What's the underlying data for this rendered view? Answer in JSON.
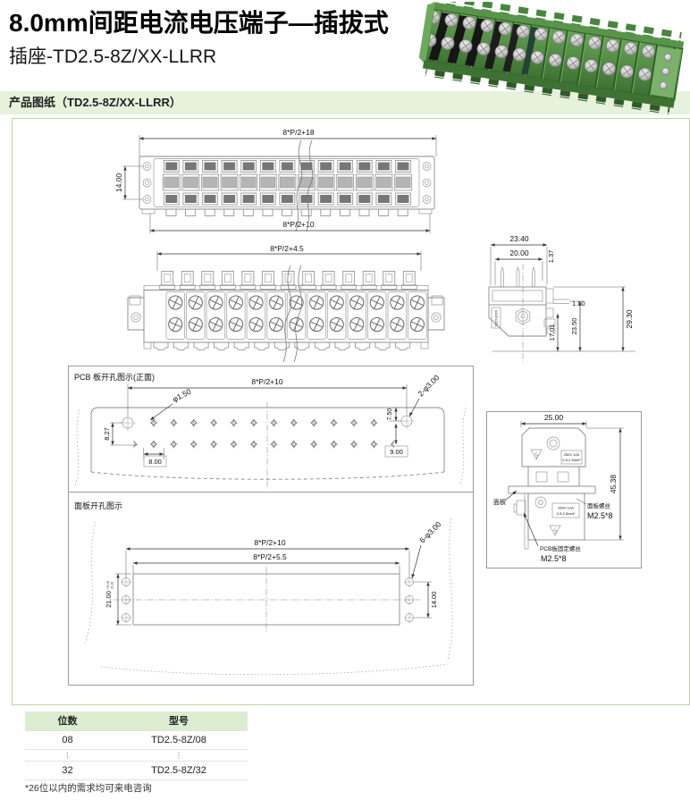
{
  "page": {
    "title": "8.0mm间距电流电压端子—插拔式",
    "subtitle": "插座-TD2.5-8Z/XX-LLRR",
    "section_header": "产品图纸（TD2.5-8Z/XX-LLRR）",
    "footnote": "*26位以内的需求均可来电咨询"
  },
  "colors": {
    "section_bar_bg": "#e7f2dc",
    "box_border": "#b9d8a4",
    "table_header_bg": "#dcecd0",
    "product_green": "#4e8f3f"
  },
  "top_view": {
    "dim_top": "8*P/2+18",
    "dim_bottom": "8*P/2+10",
    "dim_height": "14.00"
  },
  "front_view": {
    "dim_top": "8*P/2+4.5"
  },
  "side_view": {
    "dim_total_width": "23.40",
    "dim_pin_width": "20.00",
    "dim_pin_offset": "1.37",
    "dim_total_height": "29.30",
    "dim_clamp": "1.50",
    "dim_depth": "23.50",
    "dim_body_height": "17.01",
    "body_label": "TD2.5-8Z/XX"
  },
  "pcb_view": {
    "title": "PCB 板开孔图示(正面)",
    "dim_top": "8*P/2+10",
    "hole_dia": "φ1.50",
    "dim_row_gap": "8.27",
    "dim_pitch": "8.00",
    "dim_edge": "7.50",
    "mount_holes": "2-φ3.00",
    "dim_offset": "9.00"
  },
  "panel_view": {
    "title": "面板开孔图示",
    "dim_outer": "8*P/2+10",
    "dim_inner": "8*P/2+5.5",
    "dim_height": "21.00",
    "tol_plus": "+0.10",
    "tol_minus": "-0.10",
    "dim_hole_span": "14.00",
    "mount_holes": "6-φ3.00"
  },
  "mount_view": {
    "dim_width": "25.00",
    "dim_height": "45.38",
    "label_panel": "面板",
    "panel_screw_label": "面板螺丝",
    "panel_screw_spec": "M2.5*8",
    "pcb_screw_label": "PCB板固定螺丝",
    "pcb_screw_spec": "M2.5*8",
    "rating_line1": "250V 12A",
    "rating_line2": "0.5-2.5mm²"
  },
  "table": {
    "headers": [
      "位数",
      "型号"
    ],
    "rows": [
      {
        "positions": "08",
        "model": "TD2.5-8Z/08"
      },
      {
        "positions": "⋮",
        "model": "⋮"
      },
      {
        "positions": "32",
        "model": "TD2.5-8Z/32"
      }
    ]
  }
}
